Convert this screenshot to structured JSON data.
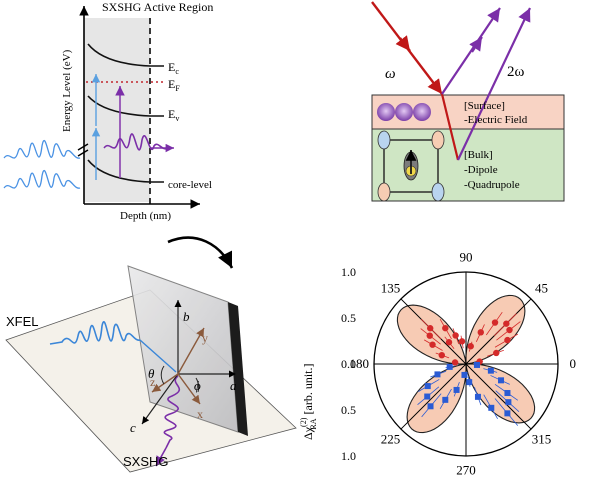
{
  "panel_a": {
    "title": "SXSHG Active Region",
    "ylabel": "Energy Level (eV)",
    "xlabel": "Depth (nm)",
    "ec": "E",
    "ec_sub": "c",
    "ef": "E",
    "ef_sub": "F",
    "ev": "E",
    "ev_sub": "v",
    "core": "core-level"
  },
  "panel_b": {
    "omega": "ω",
    "two_omega": "2ω",
    "surface_1": "[Surface]",
    "surface_2": "-Electric Field",
    "bulk_1": "[Bulk]",
    "bulk_2": "-Dipole",
    "bulk_3": "-Quadrupole"
  },
  "panel_c": {
    "xfel": "XFEL",
    "sxshg": "SXSHG",
    "axis_a": "a",
    "axis_b": "b",
    "axis_c": "c",
    "axis_x": "x",
    "axis_y": "y",
    "axis_z": "z",
    "theta": "θ",
    "phi": "ϕ"
  },
  "chart_data": {
    "type": "polar",
    "radial_ticks": [
      "1.0",
      "0.5",
      "0.0",
      "0.5",
      "1.0"
    ],
    "radial_ticks_values": [
      1.0,
      0.5,
      0.0,
      0.5,
      1.0
    ],
    "angle_labels": [
      "90",
      "45",
      "0",
      "315",
      "270",
      "225",
      "180",
      "135"
    ],
    "angle_values_deg": [
      90,
      45,
      0,
      315,
      270,
      225,
      180,
      135
    ],
    "ylabel": "Δχ",
    "ylabel_sup": "(2)",
    "ylabel_sub": "RA",
    "ylabel_unit": "[arb. unit.]",
    "fit": "four-lobe pattern, lobe maxima near 55°, 125°, 235°, 305°",
    "fit_max": 0.92,
    "series": [
      {
        "color": "#d42a2a",
        "marker": "circle",
        "points": [
          {
            "angle": 20,
            "r": 0.35
          },
          {
            "angle": 30,
            "r": 0.52
          },
          {
            "angle": 38,
            "r": 0.6
          },
          {
            "angle": 45,
            "r": 0.62
          },
          {
            "angle": 55,
            "r": 0.55
          },
          {
            "angle": 65,
            "r": 0.38
          },
          {
            "angle": 75,
            "r": 0.2
          },
          {
            "angle": 100,
            "r": 0.25
          },
          {
            "angle": 110,
            "r": 0.33
          },
          {
            "angle": 120,
            "r": 0.45
          },
          {
            "angle": 128,
            "r": 0.3
          },
          {
            "angle": 135,
            "r": 0.55
          },
          {
            "angle": 142,
            "r": 0.5
          },
          {
            "angle": 150,
            "r": 0.42
          },
          {
            "angle": 160,
            "r": 0.28
          },
          {
            "angle": 172,
            "r": 0.12
          },
          {
            "angle": 10,
            "r": 0.15
          }
        ]
      },
      {
        "color": "#2a5bd4",
        "marker": "square",
        "points": [
          {
            "angle": 190,
            "r": 0.18
          },
          {
            "angle": 200,
            "r": 0.33
          },
          {
            "angle": 210,
            "r": 0.48
          },
          {
            "angle": 220,
            "r": 0.55
          },
          {
            "angle": 230,
            "r": 0.6
          },
          {
            "angle": 240,
            "r": 0.45
          },
          {
            "angle": 250,
            "r": 0.3
          },
          {
            "angle": 262,
            "r": 0.12
          },
          {
            "angle": 280,
            "r": 0.2
          },
          {
            "angle": 290,
            "r": 0.38
          },
          {
            "angle": 300,
            "r": 0.55
          },
          {
            "angle": 310,
            "r": 0.7
          },
          {
            "angle": 318,
            "r": 0.62
          },
          {
            "angle": 325,
            "r": 0.55
          },
          {
            "angle": 335,
            "r": 0.42
          },
          {
            "angle": 345,
            "r": 0.28
          },
          {
            "angle": 355,
            "r": 0.12
          }
        ]
      }
    ]
  }
}
